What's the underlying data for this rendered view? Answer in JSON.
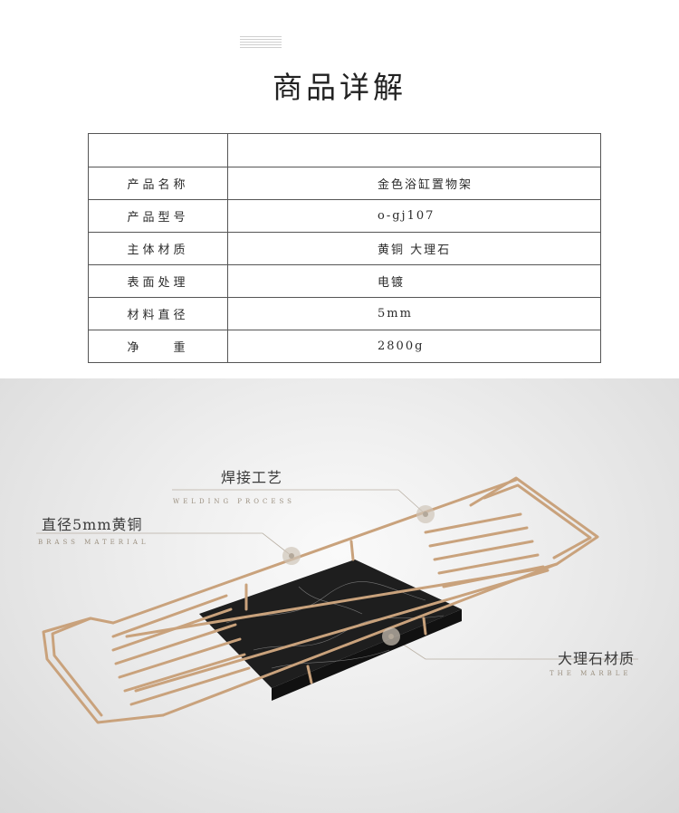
{
  "header": {
    "title": "商品详解"
  },
  "spec_table": {
    "rows": [
      {
        "key": "产品名称",
        "value": "金色浴缸置物架"
      },
      {
        "key": "产品型号",
        "value": "o-gj107"
      },
      {
        "key": "主体材质",
        "value": "黄铜 大理石"
      },
      {
        "key": "表面处理",
        "value": "电镀"
      },
      {
        "key": "材料直径",
        "value": "5mm"
      },
      {
        "key": "净　　重",
        "value": "2800g"
      }
    ]
  },
  "callouts": {
    "welding": {
      "cn": "焊接工艺",
      "en": "WELDING PROCESS"
    },
    "brass": {
      "cn": "直径5mm黄铜",
      "en": "BRASS MATERIAL"
    },
    "marble": {
      "cn": "大理石材质",
      "en": "THE MARBLE"
    }
  },
  "colors": {
    "gold": "#c9a27c",
    "marble": "#1e1e1e",
    "photo_bg": "#e6e6e6"
  }
}
